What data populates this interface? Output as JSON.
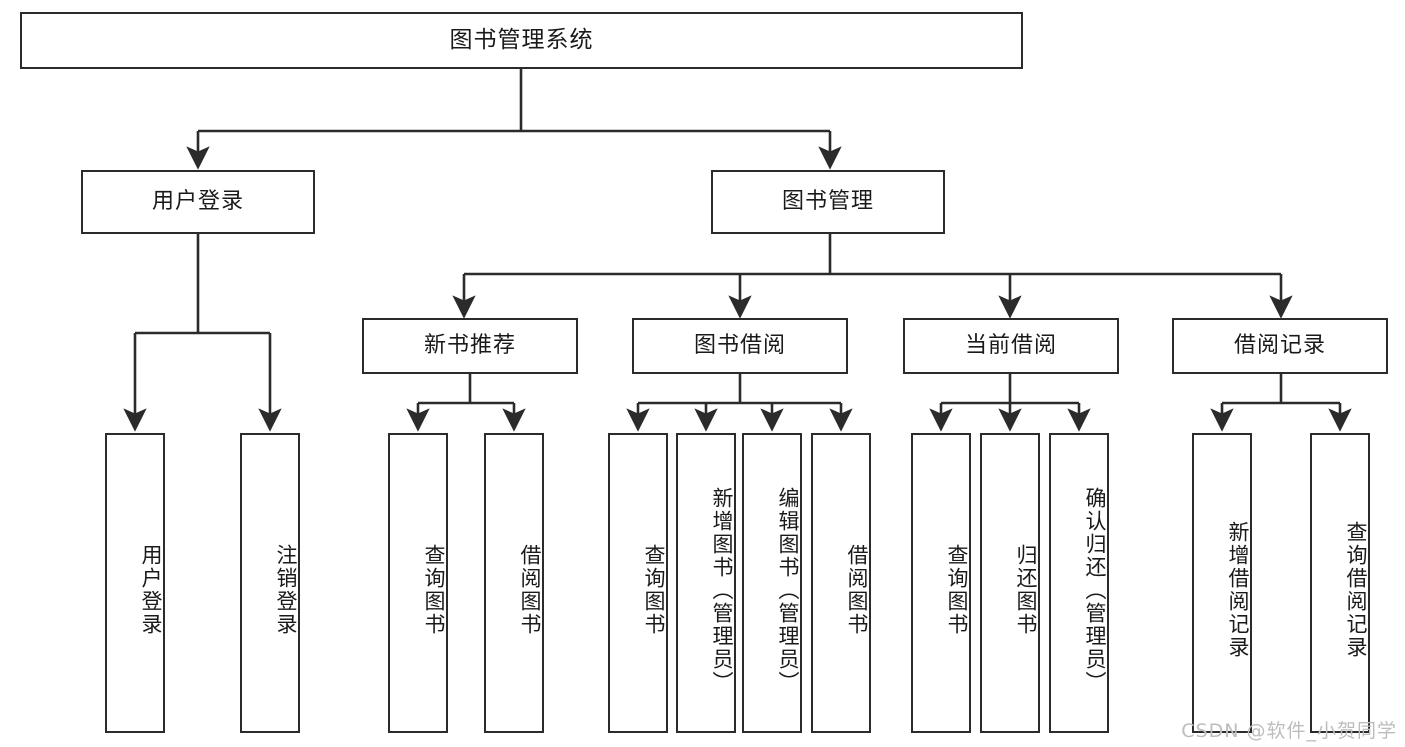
{
  "diagram": {
    "title": "图书管理系统",
    "type": "functional-structure-tree",
    "stroke_color": "#2b2b2b",
    "background_color": "#ffffff",
    "text_color": "#1a1a1a"
  },
  "root": {
    "label": "图书管理系统"
  },
  "level2": [
    {
      "label": "用户登录"
    },
    {
      "label": "图书管理"
    }
  ],
  "level3": [
    {
      "label": "新书推荐"
    },
    {
      "label": "图书借阅"
    },
    {
      "label": "当前借阅"
    },
    {
      "label": "借阅记录"
    }
  ],
  "leaves": {
    "user_login": [
      {
        "label": "用户登录"
      },
      {
        "label": "注销登录"
      }
    ],
    "new_book_recommend": [
      {
        "label": "查询图书"
      },
      {
        "label": "借阅图书"
      }
    ],
    "book_borrow": [
      {
        "label": "查询图书"
      },
      {
        "label": "新增图书（管理员）"
      },
      {
        "label": "编辑图书（管理员）"
      },
      {
        "label": "借阅图书"
      }
    ],
    "current_borrow": [
      {
        "label": "查询图书"
      },
      {
        "label": "归还图书"
      },
      {
        "label": "确认归还（管理员）"
      }
    ],
    "borrow_record": [
      {
        "label": "新增借阅记录"
      },
      {
        "label": "查询借阅记录"
      }
    ]
  },
  "watermark": {
    "text": "CSDN @软件_小贺同学",
    "color": "#bdbdbd"
  }
}
